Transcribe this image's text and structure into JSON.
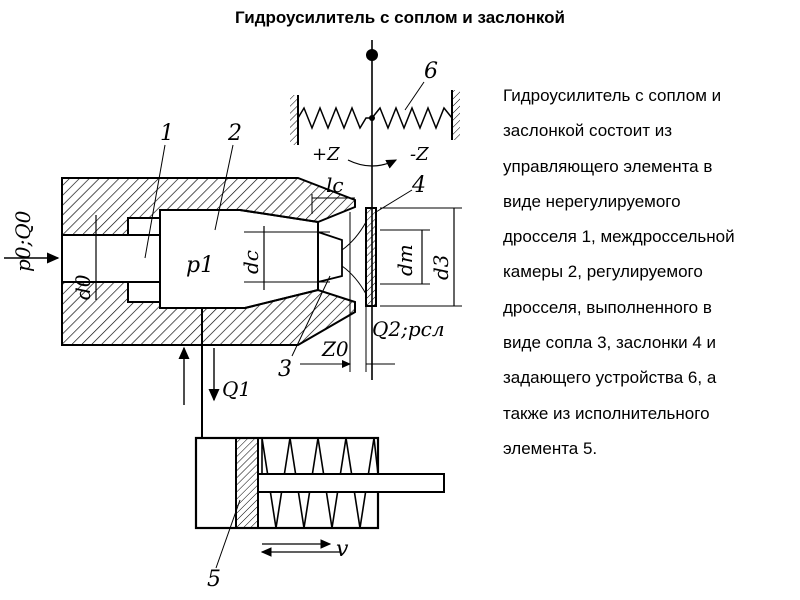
{
  "page": {
    "title": "Гидроусилитель с соплом и заслонкой",
    "description_lines": [
      "Гидроусилитель с соплом и",
      "заслонкой состоит из",
      "управляющего элемента в",
      "виде нерегулируемого",
      "дросселя 1, междроссельной",
      "камеры 2, регулируемого",
      "дросселя, выполненного в",
      "виде сопла 3, заслонки 4 и",
      "задающего устройства 6, а",
      "также из исполнительного",
      "элемента 5."
    ]
  },
  "diagram": {
    "part_labels": [
      "1",
      "2",
      "3",
      "4",
      "5",
      "6"
    ],
    "inlet_label": "p0;Q0",
    "chamber_pressure_label": "p1",
    "flow_label_q1": "Q1",
    "outlet_label": "Q2;pсл",
    "dimension_labels": {
      "orifice": "d0",
      "nozzle": "dc",
      "nozzle_length": "lc",
      "gap": "Z0",
      "flapper_face": "dт",
      "flapper_outer": "d3"
    },
    "displacement_labels": [
      "+Z",
      "-Z"
    ],
    "velocity_label": "v"
  }
}
